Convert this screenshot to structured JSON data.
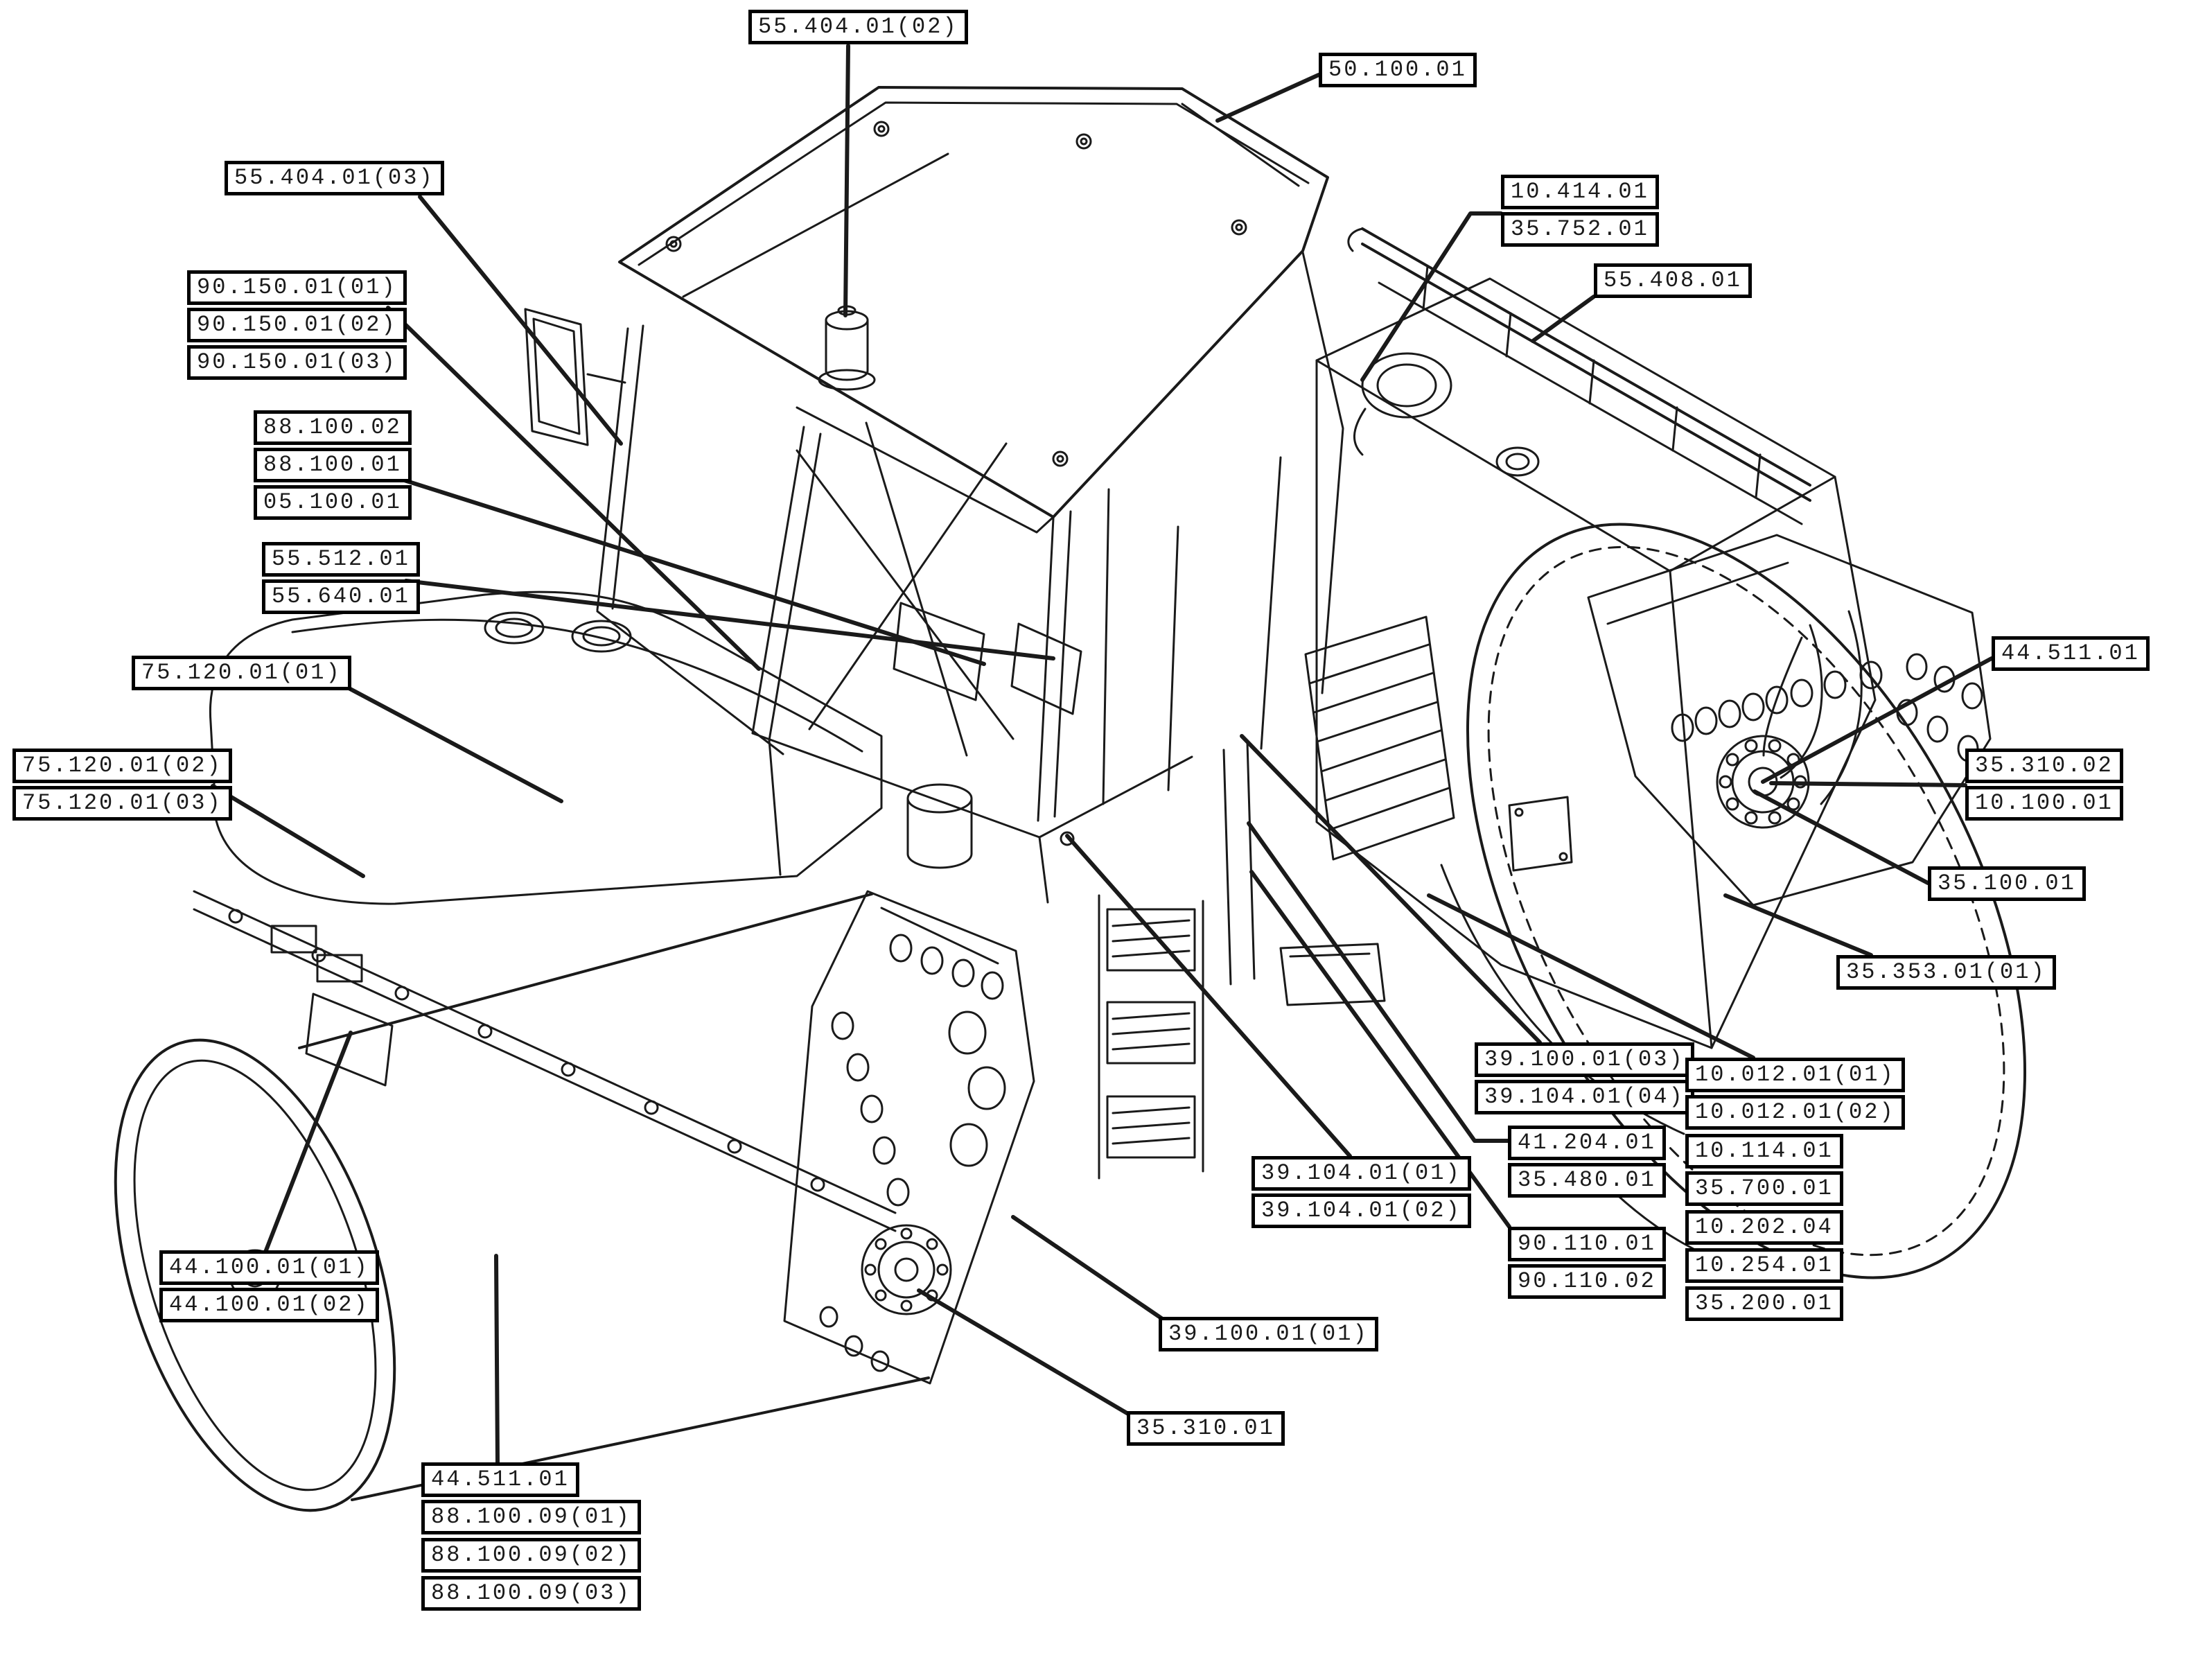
{
  "colors": {
    "line": "#1a1a1a",
    "background": "#ffffff"
  },
  "callouts": [
    {
      "text": "55.404.01(02)"
    },
    {
      "text": "50.100.01"
    },
    {
      "text": "55.404.01(03)"
    },
    {
      "text": "90.150.01(01)"
    },
    {
      "text": "90.150.01(02)"
    },
    {
      "text": "90.150.01(03)"
    },
    {
      "text": "88.100.02"
    },
    {
      "text": "88.100.01"
    },
    {
      "text": "05.100.01"
    },
    {
      "text": "55.512.01"
    },
    {
      "text": "55.640.01"
    },
    {
      "text": "75.120.01(01)"
    },
    {
      "text": "75.120.01(02)"
    },
    {
      "text": "75.120.01(03)"
    },
    {
      "text": "10.414.01"
    },
    {
      "text": "35.752.01"
    },
    {
      "text": "55.408.01"
    },
    {
      "text": "44.511.01"
    },
    {
      "text": "35.310.02"
    },
    {
      "text": "10.100.01"
    },
    {
      "text": "35.100.01"
    },
    {
      "text": "35.353.01(01)"
    },
    {
      "text": "39.100.01(03)"
    },
    {
      "text": "39.104.01(04)"
    },
    {
      "text": "41.204.01"
    },
    {
      "text": "35.480.01"
    },
    {
      "text": "90.110.01"
    },
    {
      "text": "90.110.02"
    },
    {
      "text": "10.012.01(01)"
    },
    {
      "text": "10.012.01(02)"
    },
    {
      "text": "10.114.01"
    },
    {
      "text": "35.700.01"
    },
    {
      "text": "10.202.04"
    },
    {
      "text": "10.254.01"
    },
    {
      "text": "35.200.01"
    },
    {
      "text": "39.104.01(01)"
    },
    {
      "text": "39.104.01(02)"
    },
    {
      "text": "39.100.01(01)"
    },
    {
      "text": "35.310.01"
    },
    {
      "text": "44.100.01(01)"
    },
    {
      "text": "44.100.01(02)"
    },
    {
      "text": "44.511.01"
    },
    {
      "text": "88.100.09(01)"
    },
    {
      "text": "88.100.09(02)"
    },
    {
      "text": "88.100.09(03)"
    }
  ]
}
